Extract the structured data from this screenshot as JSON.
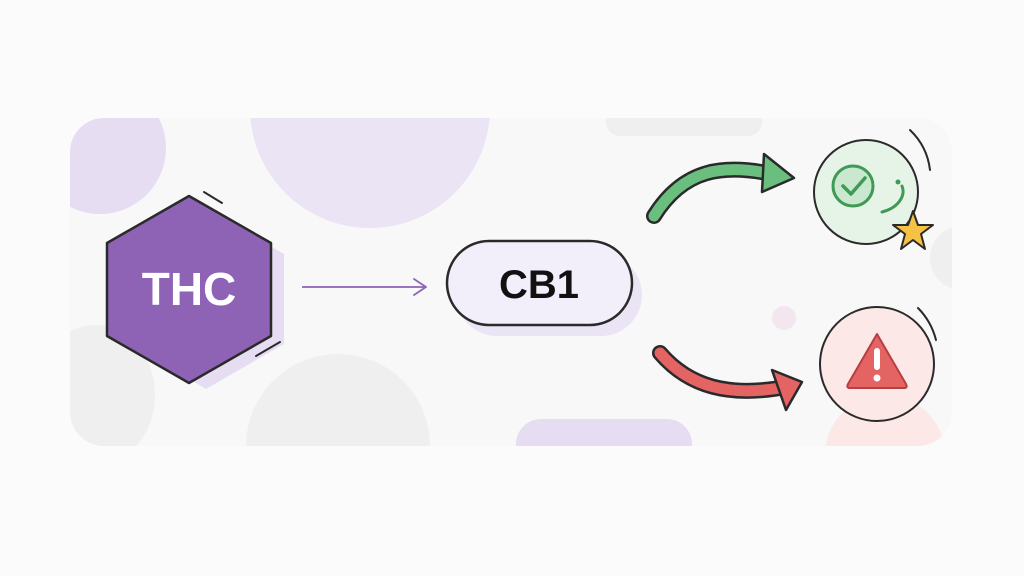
{
  "colors": {
    "background": "#fbfbfb",
    "panel": "#f8f8f8",
    "lavender": "#e6ddf2",
    "lavender_light": "#ebe4f5",
    "grey_blob": "#efefef",
    "thc_fill": "#8e62b5",
    "outline": "#2a2a2a",
    "cb1_fill": "#f3effa",
    "connector": "#8e62b5",
    "positive_green": "#6bbf7e",
    "positive_bg": "#e6f4e8",
    "star": "#f5c246",
    "negative_red": "#e46363",
    "negative_bg": "#fde8e8"
  },
  "nodes": {
    "thc": {
      "label": "THC",
      "shape": "hexagon"
    },
    "cb1": {
      "label": "CB1",
      "shape": "pill"
    },
    "positive_outcome": {
      "icon": "check-circle-icon",
      "badge": "star-icon"
    },
    "negative_outcome": {
      "icon": "warning-triangle-icon"
    }
  },
  "edges": [
    {
      "from": "thc",
      "to": "cb1",
      "style": "thin-arrow"
    },
    {
      "from": "cb1",
      "to": "positive_outcome",
      "style": "curved-arrow-green"
    },
    {
      "from": "cb1",
      "to": "negative_outcome",
      "style": "curved-arrow-red"
    }
  ]
}
